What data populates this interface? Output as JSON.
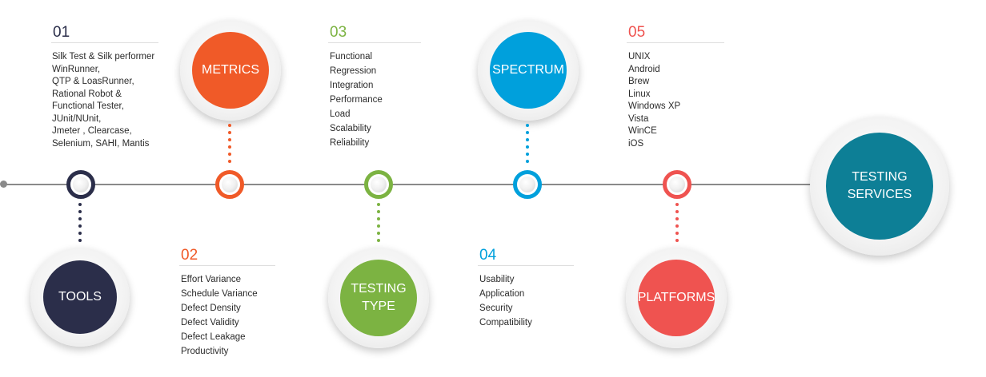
{
  "colors": {
    "tools": "#2b2e4a",
    "metrics": "#f05a28",
    "testing_type": "#7cb342",
    "spectrum": "#00a0dc",
    "platforms": "#ef5350",
    "testing_services": "#0d7f96",
    "timeline": "#8a8a8a"
  },
  "stages": [
    {
      "number": "01",
      "label": "TOOLS",
      "items": [
        "Silk Test & Silk performer",
        "WinRunner,",
        "QTP & LoasRunner,",
        "Rational Robot &",
        "Functional Tester,",
        "JUnit/NUnit,",
        "Jmeter , Clearcase,",
        "Selenium, SAHI, Mantis"
      ]
    },
    {
      "number": "02",
      "label": "METRICS",
      "items": [
        "Effort Variance",
        "Schedule Variance",
        "Defect Density",
        "Defect Validity",
        "Defect Leakage",
        "Productivity"
      ]
    },
    {
      "number": "03",
      "label": "TESTING\nTYPE",
      "items": [
        "Functional",
        "Regression",
        "Integration",
        "Performance",
        "Load",
        "Scalability",
        "Reliability"
      ]
    },
    {
      "number": "04",
      "label": "SPECTRUM",
      "items": [
        "Usability",
        "Application",
        "Security",
        "Compatibility"
      ]
    },
    {
      "number": "05",
      "label": "PLATFORMS",
      "items": [
        "UNIX",
        "Android",
        "Brew",
        "Linux",
        "Windows XP",
        "Vista",
        "WinCE",
        "iOS"
      ]
    }
  ],
  "final": {
    "label": "TESTING\nSERVICES"
  }
}
